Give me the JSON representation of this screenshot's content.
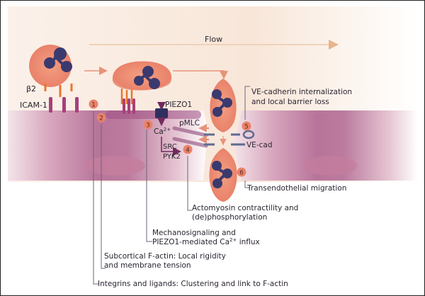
{
  "title": "Leukocyte adhesion and transendothelial migration",
  "flow_label": "Flow",
  "labels": {
    "beta2": "β2",
    "icam1": "ICAM-1",
    "piezo1": "PIEZO1",
    "ca": "Ca",
    "ca_sup": "2+",
    "pmlc": "pMLC",
    "src": "SRC",
    "pyk2": "PYK2",
    "vecad": "VE-cad"
  },
  "steps": [
    {
      "num": "1",
      "text_lines": [
        "Integrins and ligands: Clustering and link to F-actin"
      ]
    },
    {
      "num": "2",
      "text_lines": [
        "Subcortical F-actin: Local rigidity",
        "and membrane tension"
      ]
    },
    {
      "num": "3",
      "text_lines": [
        "Mechanosignaling and",
        "PIEZO1-mediated Ca",
        "2+",
        " influx"
      ]
    },
    {
      "num": "4",
      "text_lines": [
        "Actomyosin contractility and",
        "(de)phosphorylation"
      ]
    },
    {
      "num": "5",
      "text_lines": [
        "VE-cadherin internalization",
        "and local barrier loss"
      ]
    },
    {
      "num": "6",
      "text_lines": [
        "Transendothelial migration"
      ]
    }
  ],
  "colors": {
    "leukocyte": "#e9856b",
    "nucleus": "#3b3a6e",
    "integrin": "#e8762e",
    "icam": "#a8407a",
    "endothelium": "#b46c92",
    "badge": "#e9836b",
    "leader": "#6a6578",
    "flow_arrow": "#e7b48c"
  }
}
